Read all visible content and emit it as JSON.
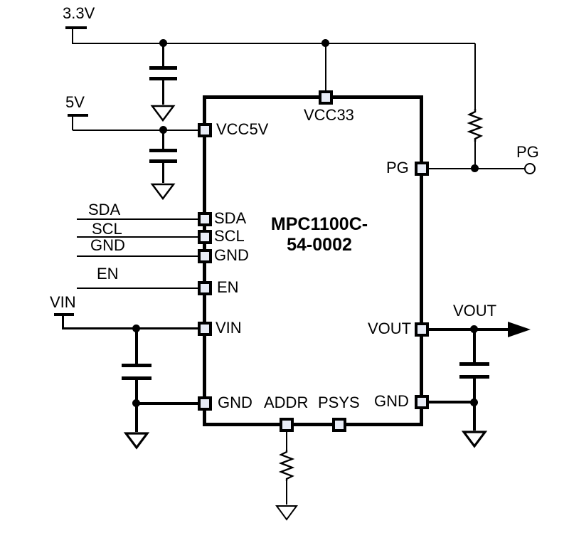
{
  "colors": {
    "stroke": "#000000",
    "pin_fill": "#e8ecf6",
    "background": "#ffffff"
  },
  "chip": {
    "name_line1": "MPC1100C-",
    "name_line2": "54-0002",
    "pin_labels": {
      "vcc5v": "VCC5V",
      "vcc33": "VCC33",
      "sda": "SDA",
      "scl": "SCL",
      "gnd_left": "GND",
      "en": "EN",
      "vin": "VIN",
      "gnd_bottom_left": "GND",
      "addr": "ADDR",
      "psys": "PSYS",
      "gnd_bottom_right": "GND",
      "vout": "VOUT",
      "pg": "PG"
    }
  },
  "nets": {
    "rail_3v3": "3.3V",
    "rail_5v": "5V",
    "sda": "SDA",
    "scl": "SCL",
    "gnd": "GND",
    "en": "EN",
    "vin": "VIN",
    "vout": "VOUT",
    "pg": "PG"
  }
}
